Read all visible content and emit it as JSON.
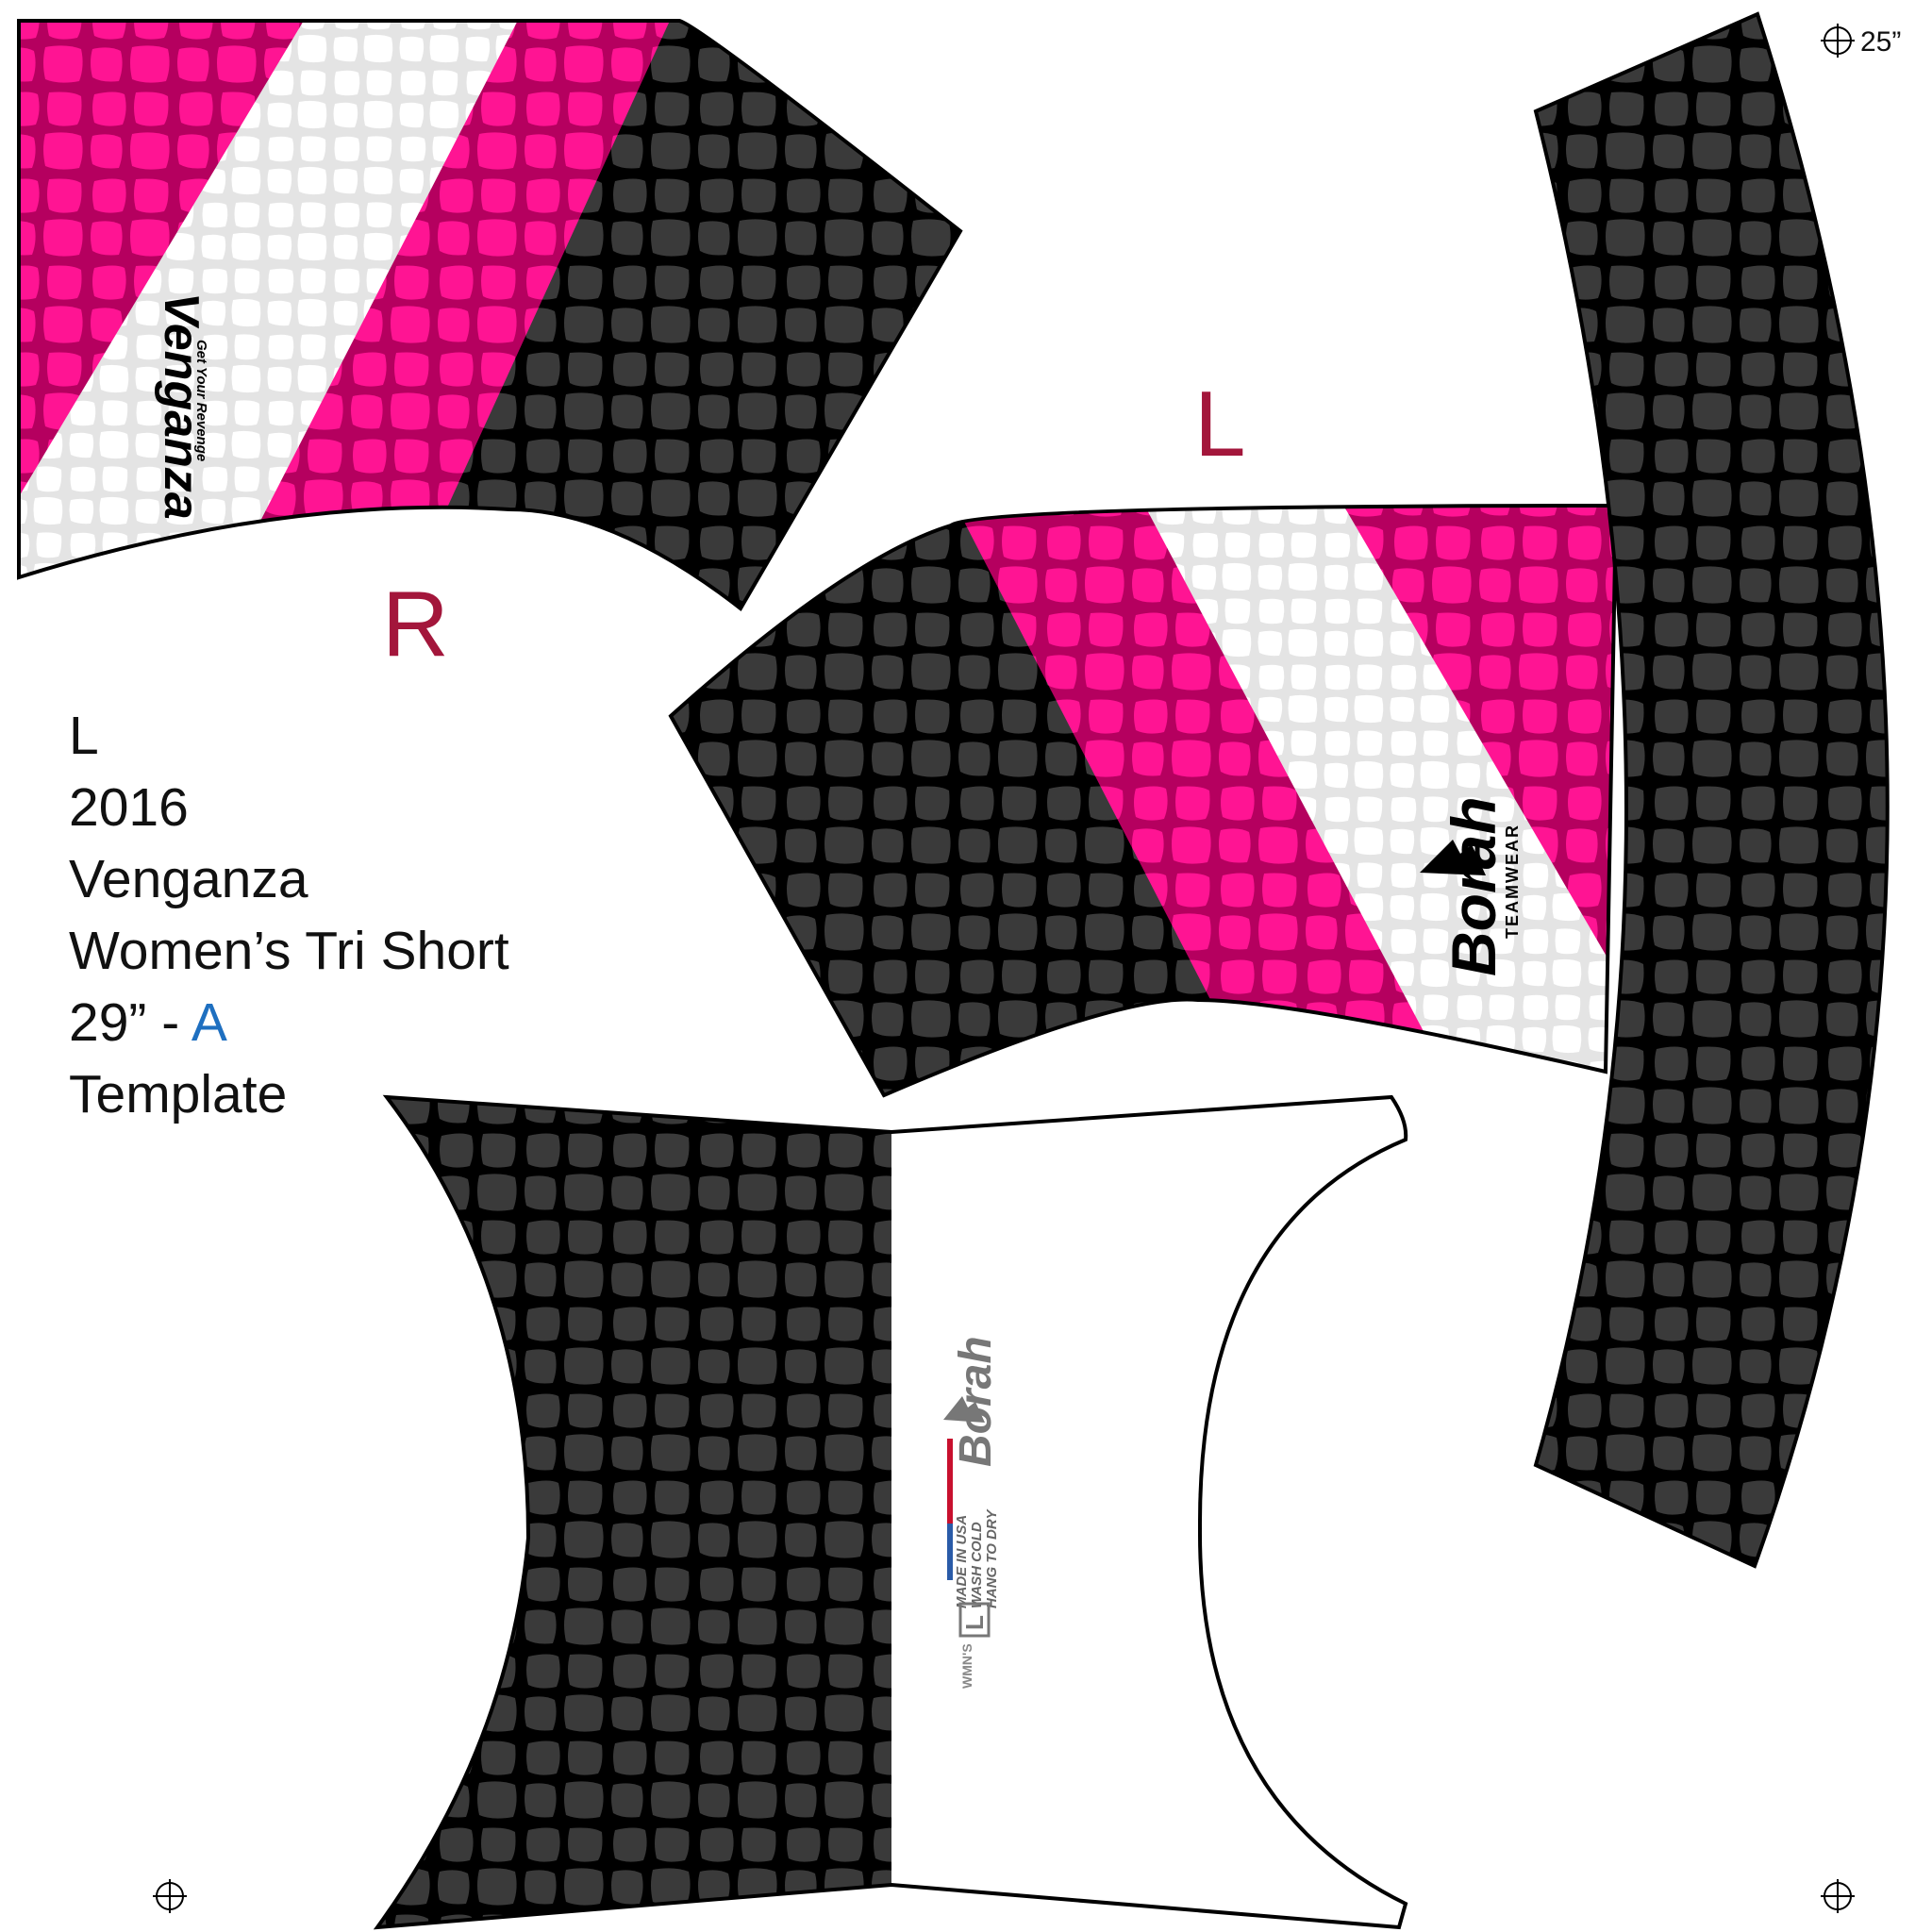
{
  "template_info": {
    "size": "L",
    "year": "2016",
    "design": "Venganza",
    "product": "Women’s Tri Short",
    "length_prefix": "29” - ",
    "length_variant": "A",
    "kind": "Template"
  },
  "panel_labels": {
    "right": "R",
    "left": "L"
  },
  "registration": {
    "top_right_label": "25”"
  },
  "logos": {
    "venganza_script": "Venganza",
    "venganza_tagline": "Get Your Revenge",
    "brand_name": "Borah",
    "brand_sub": "TEAMWEAR"
  },
  "care_label": {
    "size": "L",
    "line1": "MADE IN USA",
    "line2": "WASH COLD",
    "line3": "HANG TO DRY",
    "gender": "WMN'S"
  },
  "colors": {
    "pink": "#ff1493",
    "dark_pink": "#b5005f",
    "charcoal": "#3a3a3a",
    "black": "#000000",
    "light_grey": "#e4e4e4",
    "label_red": "#a3163b",
    "accent_blue": "#1e6fc0",
    "care_red": "#c8102e",
    "care_blue": "#2a5ba8"
  }
}
